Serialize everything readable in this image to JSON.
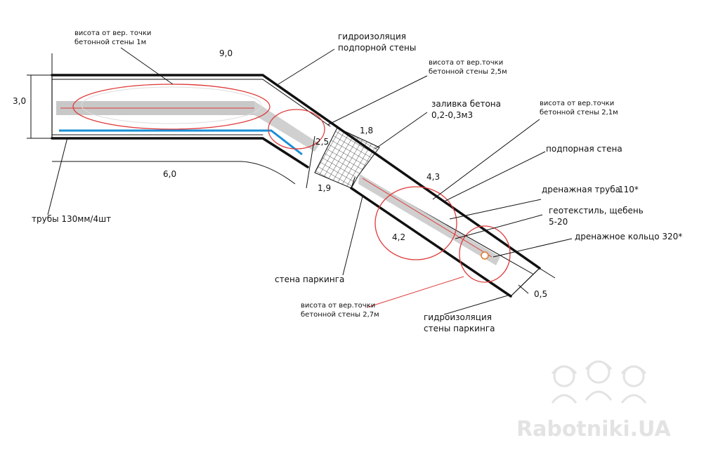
{
  "dimensions": {
    "height_left": "3,0",
    "top_length": "9,0",
    "bottom_length": "6,0",
    "diag_mid": "2,5",
    "pour_top": "1,8",
    "pour_bottom": "1,9",
    "slope_top": "4,3",
    "slope_bottom": "4,2",
    "width_end": "0,5"
  },
  "labels": {
    "height_note_1": [
      "висота от вер. точки",
      "бетонной стены 1м"
    ],
    "waterproof_retaining": [
      "гидроизоляция",
      "подпорной стены"
    ],
    "height_note_25": [
      "висота от вер.точки",
      "бетонной стены 2,5м"
    ],
    "concrete_pour": [
      "заливка бетона",
      "0,2-0,3м3"
    ],
    "height_note_21": [
      "висота от вер.точки",
      "бетонной стены 2,1м"
    ],
    "retaining_wall": "подпорная стена",
    "drain_pipe": "дренажная труба",
    "drain_pipe_size": "110*",
    "geotextile": [
      "геотекстиль, щебень",
      "5-20"
    ],
    "drain_ring": "дренажное кольцо 320*",
    "pipes": "трубы 130мм/4шт",
    "parking_wall": "стена паркинга",
    "height_note_27": [
      "висота от вер.точки",
      "бетонной стены 2,7м"
    ],
    "waterproof_parking": [
      "гидроизоляция",
      "стены паркинга"
    ]
  },
  "watermark": {
    "text": "Rabotniki.UA",
    "icon": "three-workers-helmet-icon"
  },
  "colors": {
    "line": "#111111",
    "highlight": "#e03a3a",
    "pipe": "#1a8fd6",
    "gray_fill": "#c8c8c8",
    "watermark": "#e3e3e3"
  }
}
